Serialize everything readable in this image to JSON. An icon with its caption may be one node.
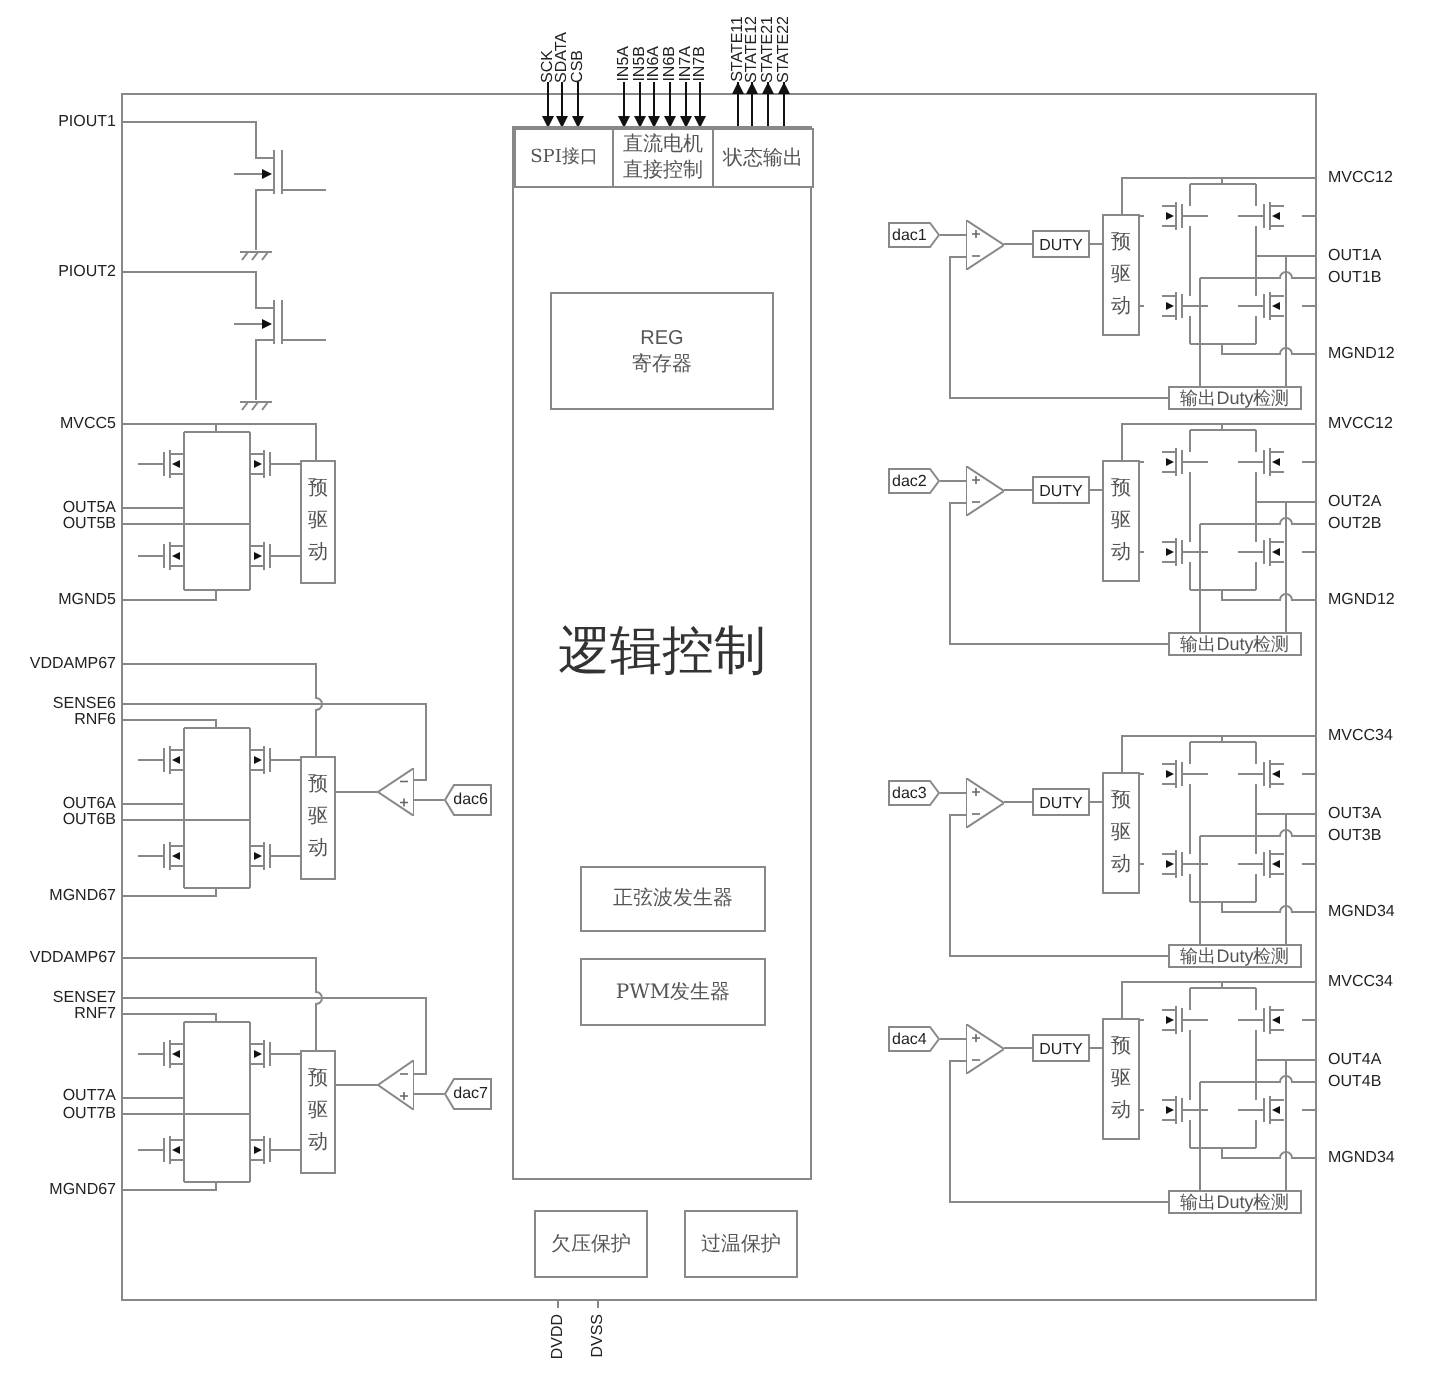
{
  "diagram": {
    "nodes": [
      {
        "text": [
          "逻辑控制"
        ]
      },
      {
        "text": [
          "SPI接口"
        ],
        "in": 0
      },
      {
        "text": [
          "直流电机直接控制"
        ],
        "in": 0
      },
      {
        "text": [
          "状态输出"
        ],
        "in": 0
      },
      {
        "text": [
          "REG",
          "寄存器"
        ],
        "in": 0
      },
      {
        "text": [
          "正弦波发生器"
        ],
        "in": 0
      },
      {
        "text": [
          "PWM发生器"
        ],
        "in": 0
      },
      {
        "text": [
          "欠压保护"
        ]
      },
      {
        "text": [
          "过温保护"
        ]
      },
      {
        "text": [
          "SCK"
        ]
      },
      {
        "text": [
          "SDATA"
        ]
      },
      {
        "text": [
          "CSB"
        ]
      },
      {
        "text": [
          "IN5A"
        ]
      },
      {
        "text": [
          "IN5B"
        ]
      },
      {
        "text": [
          "IN6A"
        ]
      },
      {
        "text": [
          "IN6B"
        ]
      },
      {
        "text": [
          "IN7A"
        ]
      },
      {
        "text": [
          "IN7B"
        ]
      },
      {
        "text": [
          "STATE11"
        ]
      },
      {
        "text": [
          "STATE12"
        ]
      },
      {
        "text": [
          "STATE21"
        ]
      },
      {
        "text": [
          "STATE22"
        ]
      },
      {
        "text": [
          "预驱动"
        ]
      },
      {
        "text": [
          "预驱动"
        ]
      },
      {
        "text": [],
        "shape": "triangle"
      },
      {
        "text": [
          "dac6"
        ]
      },
      {
        "text": [
          "预驱动"
        ]
      },
      {
        "text": [],
        "shape": "triangle"
      },
      {
        "text": [
          "dac7"
        ]
      },
      {
        "text": [
          "dac1"
        ]
      },
      {
        "text": [],
        "shape": "triangle"
      },
      {
        "text": [
          "DUTY"
        ]
      },
      {
        "text": [
          "预驱动"
        ]
      },
      {
        "text": [
          "输出Duty检测"
        ]
      },
      {
        "text": [
          "dac2"
        ]
      },
      {
        "text": [],
        "shape": "triangle"
      },
      {
        "text": [
          "DUTY"
        ]
      },
      {
        "text": [
          "预驱动"
        ]
      },
      {
        "text": [
          "输出Duty检测"
        ]
      },
      {
        "text": [
          "dac3"
        ]
      },
      {
        "text": [],
        "shape": "triangle"
      },
      {
        "text": [
          "DUTY"
        ]
      },
      {
        "text": [
          "预驱动"
        ]
      },
      {
        "text": [
          "输出Duty检测"
        ]
      },
      {
        "text": [
          "dac4"
        ]
      },
      {
        "text": [],
        "shape": "triangle"
      },
      {
        "text": [
          "DUTY"
        ]
      },
      {
        "text": [
          "预驱动"
        ]
      },
      {
        "text": [
          "输出Duty检测"
        ]
      }
    ],
    "edges": [
      {
        "from": 9,
        "to": 1,
        "arrow": "to",
        "color": "#111111"
      },
      {
        "from": 10,
        "to": 1,
        "arrow": "to",
        "color": "#111111"
      },
      {
        "from": 11,
        "to": 1,
        "arrow": "to",
        "color": "#111111"
      },
      {
        "from": 12,
        "to": 2,
        "arrow": "to",
        "color": "#111111"
      },
      {
        "from": 13,
        "to": 2,
        "arrow": "to",
        "color": "#111111"
      },
      {
        "from": 14,
        "to": 2,
        "arrow": "to",
        "color": "#111111"
      },
      {
        "from": 15,
        "to": 2,
        "arrow": "to",
        "color": "#111111"
      },
      {
        "from": 16,
        "to": 2,
        "arrow": "to",
        "color": "#111111"
      },
      {
        "from": 17,
        "to": 2,
        "arrow": "to",
        "color": "#111111"
      },
      {
        "from": 3,
        "to": 18,
        "arrow": "to",
        "color": "#111111"
      },
      {
        "from": 3,
        "to": 19,
        "arrow": "to",
        "color": "#111111"
      },
      {
        "from": 3,
        "to": 20,
        "arrow": "to",
        "color": "#111111"
      },
      {
        "from": 3,
        "to": 21,
        "arrow": "to",
        "color": "#111111"
      },
      {
        "from": 25,
        "to": 24,
        "arrow": "none"
      },
      {
        "from": 24,
        "to": 23,
        "arrow": "none"
      },
      {
        "from": 28,
        "to": 27,
        "arrow": "none"
      },
      {
        "from": 27,
        "to": 26,
        "arrow": "none"
      },
      {
        "from": 29,
        "to": 30,
        "arrow": "none"
      },
      {
        "from": 30,
        "to": 31,
        "arrow": "none"
      },
      {
        "from": 31,
        "to": 32,
        "arrow": "none"
      },
      {
        "from": 33,
        "to": 30,
        "arrow": "none"
      },
      {
        "from": 34,
        "to": 35,
        "arrow": "none"
      },
      {
        "from": 35,
        "to": 36,
        "arrow": "none"
      },
      {
        "from": 36,
        "to": 37,
        "arrow": "none"
      },
      {
        "from": 38,
        "to": 35,
        "arrow": "none"
      },
      {
        "from": 39,
        "to": 40,
        "arrow": "none"
      },
      {
        "from": 40,
        "to": 41,
        "arrow": "none"
      },
      {
        "from": 41,
        "to": 42,
        "arrow": "none"
      },
      {
        "from": 43,
        "to": 40,
        "arrow": "none"
      },
      {
        "from": 44,
        "to": 45,
        "arrow": "none"
      },
      {
        "from": 45,
        "to": 46,
        "arrow": "none"
      },
      {
        "from": 46,
        "to": 47,
        "arrow": "none"
      },
      {
        "from": 48,
        "to": 45,
        "arrow": "none"
      }
    ],
    "labels": [
      "PIOUT1",
      "PIOUT2",
      "MVCC5",
      "OUT5A",
      "OUT5B",
      "MGND5",
      "VDDAMP67",
      "SENSE6",
      "RNF6",
      "OUT6A",
      "OUT6B",
      "MGND67",
      "VDDAMP67",
      "SENSE7",
      "RNF7",
      "OUT7A",
      "OUT7B",
      "MGND67",
      "MVCC12",
      "OUT1A",
      "OUT1B",
      "MGND12",
      "MVCC12",
      "OUT2A",
      "OUT2B",
      "MGND12",
      "MVCC34",
      "OUT3A",
      "OUT3B",
      "MGND34",
      "MVCC34",
      "OUT4A",
      "OUT4B",
      "MGND34",
      "DVDD",
      "DVSS"
    ]
  }
}
